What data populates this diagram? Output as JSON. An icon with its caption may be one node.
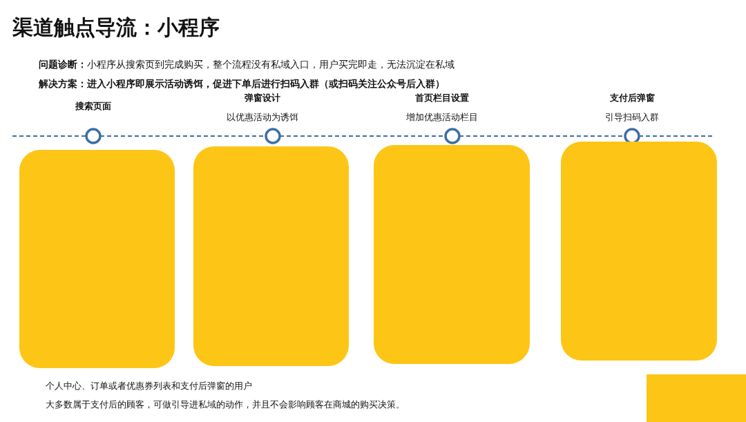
{
  "diagram": {
    "title": "渠道触点导流：小程序",
    "nodes": [
      {
        "text": [
          "搜索页面"
        ]
      },
      {
        "text": [
          "弹窗设计",
          "以优惠活动为诱饵"
        ]
      },
      {
        "text": [
          "首页栏目设置",
          "增加优惠活动栏目"
        ]
      },
      {
        "text": [
          "支付后弹窗",
          "引导扫码入群"
        ]
      },
      {
        "text": [],
        "shape": "circle"
      },
      {
        "text": [],
        "shape": "circle"
      },
      {
        "text": [],
        "shape": "circle"
      },
      {
        "text": [],
        "shape": "circle"
      },
      {
        "text": [],
        "shape": "box"
      },
      {
        "text": [],
        "shape": "box"
      },
      {
        "text": [],
        "shape": "box"
      },
      {
        "text": [],
        "shape": "box"
      }
    ],
    "edges": [
      {
        "from": 4,
        "to": 5,
        "arrow": "none",
        "style": "dashed"
      },
      {
        "from": 5,
        "to": 6,
        "arrow": "none",
        "style": "dashed"
      },
      {
        "from": 6,
        "to": 7,
        "arrow": "none",
        "style": "dashed"
      }
    ],
    "labels": [
      "**问题诊断：**小程序从搜索页到完成购买，整个流程没有私域入口，用户买完即走，无法沉淀在私域",
      "**解决方案：进入小程序即展示活动诱饵，促进下单后进行扫码入群（或扫码关注公众号后入群）**",
      "个人中心、订单或者优惠券列表和支付后弹窗的用户",
      "大多数属于支付后的顾客，可做引导进私域的动作，并且不会影响顾客在商城的购买决策。"
    ]
  }
}
